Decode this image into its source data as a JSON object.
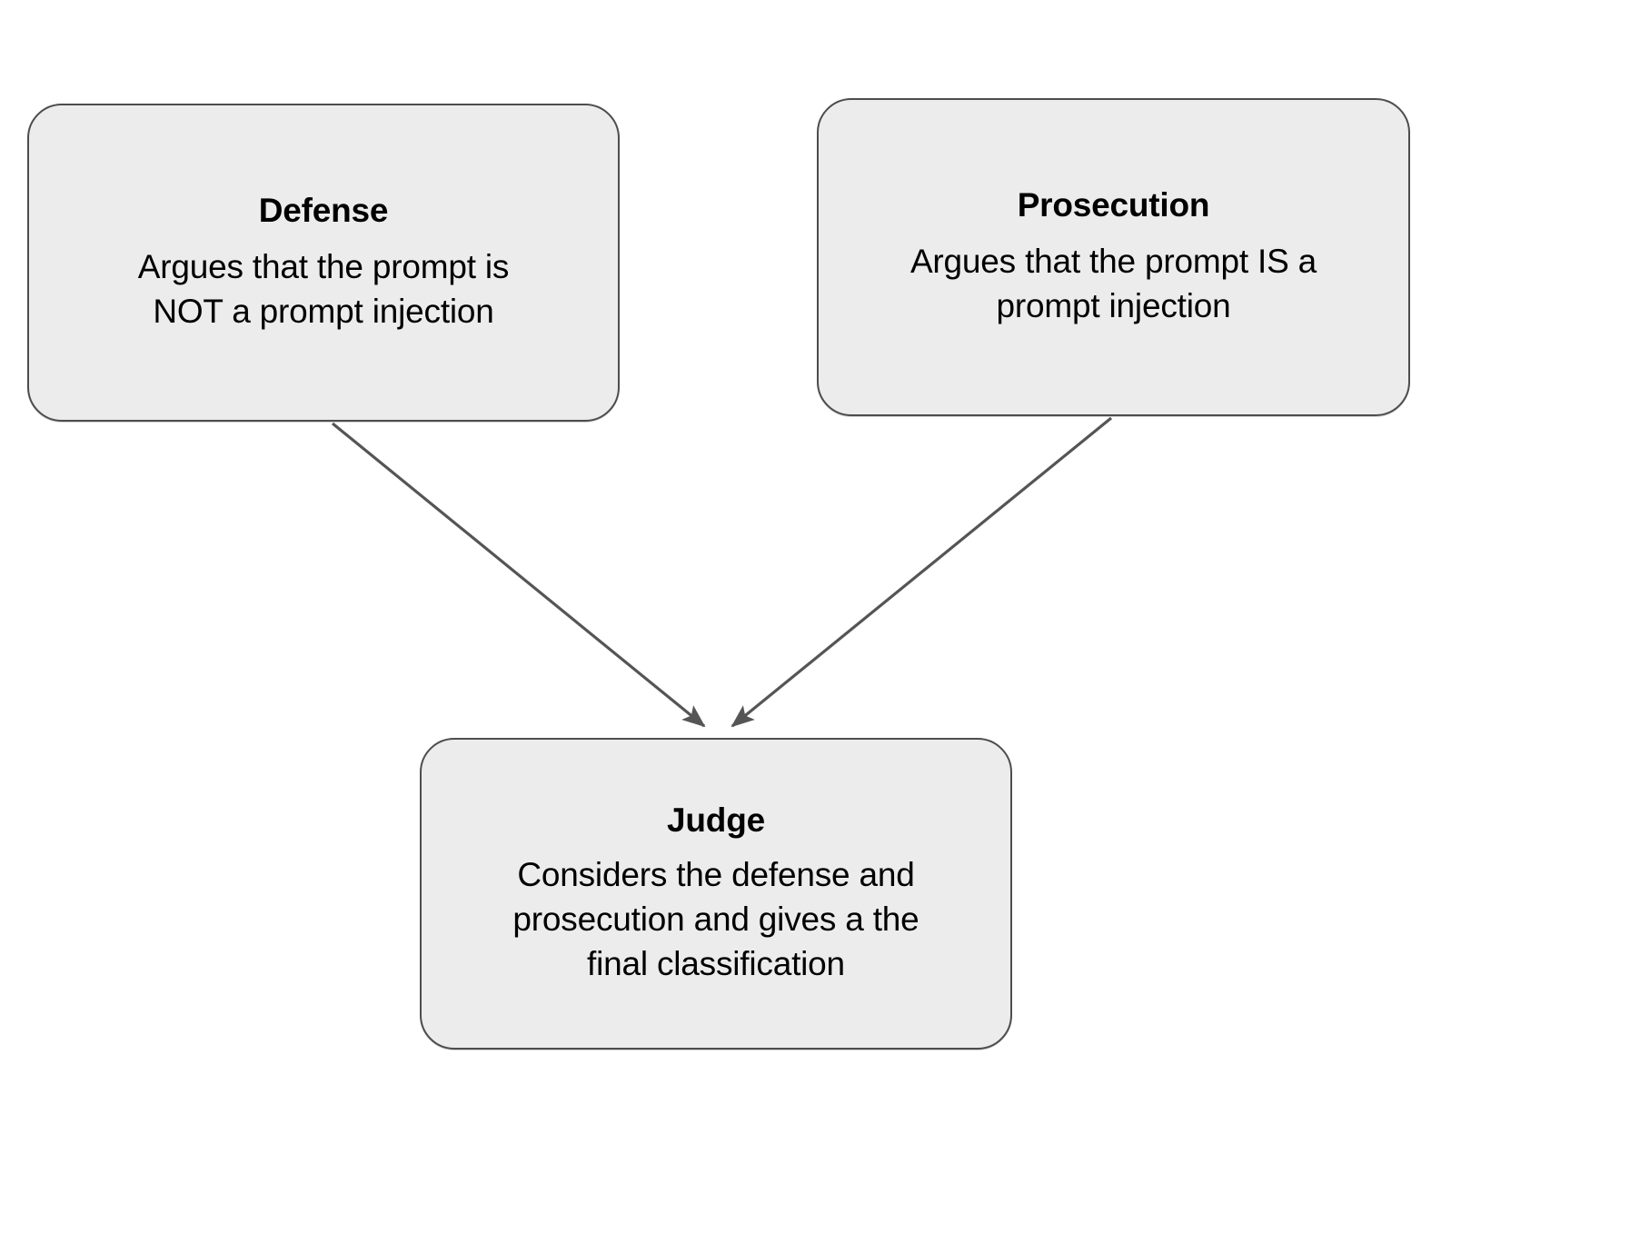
{
  "diagram": {
    "type": "flowchart",
    "background_color": "#ffffff",
    "node_fill_color": "#ececec",
    "node_border_color": "#4d4d4d",
    "edge_color": "#555555",
    "text_color": "#000000",
    "nodes": [
      {
        "id": "defense",
        "title": "Defense",
        "description": "Argues that the prompt is\nNOT a prompt injection"
      },
      {
        "id": "prosecution",
        "title": "Prosecution",
        "description": "Argues that the prompt IS a\nprompt injection"
      },
      {
        "id": "judge",
        "title": "Judge",
        "description": "Considers the defense and\nprosecution and gives a the\nfinal classification"
      }
    ],
    "edges": [
      {
        "id": "defense-to-judge",
        "from": "defense",
        "to": "judge",
        "label": "",
        "arrowhead": "filled-triangle"
      },
      {
        "id": "prosecution-to-judge",
        "from": "prosecution",
        "to": "judge",
        "label": "",
        "arrowhead": "filled-triangle"
      }
    ]
  }
}
